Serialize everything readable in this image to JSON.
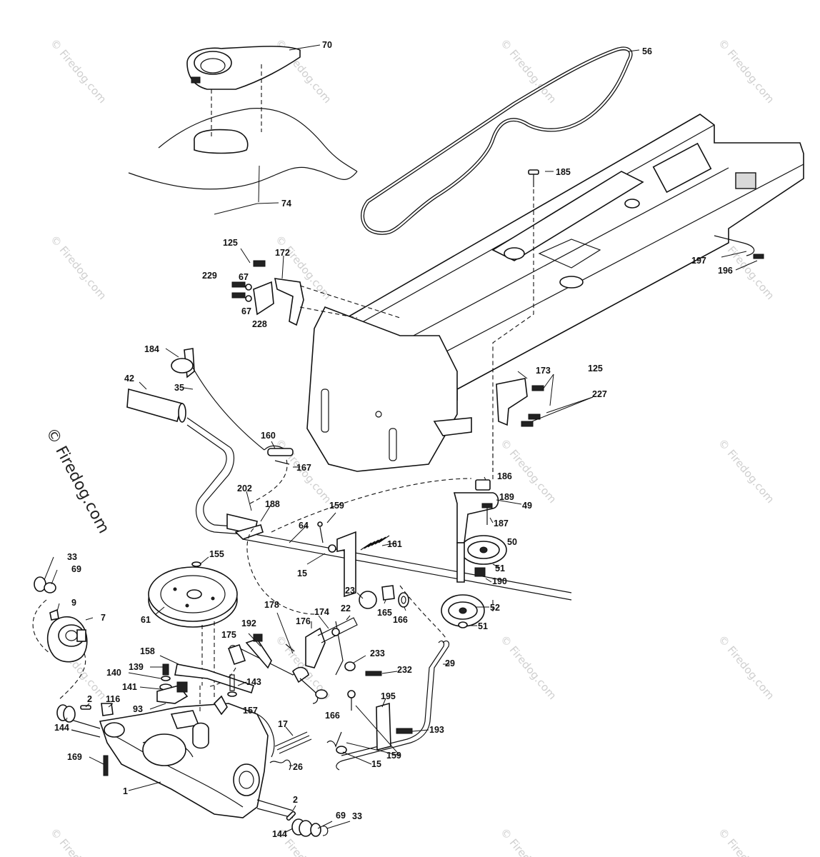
{
  "watermark": {
    "main": "© Firedog.com",
    "tile": "© Firedog.com"
  },
  "callouts": [
    {
      "id": "c70",
      "text": "70"
    },
    {
      "id": "c56",
      "text": "56"
    },
    {
      "id": "c74",
      "text": "74"
    },
    {
      "id": "c185",
      "text": "185"
    },
    {
      "id": "c125a",
      "text": "125"
    },
    {
      "id": "c172",
      "text": "172"
    },
    {
      "id": "c229",
      "text": "229"
    },
    {
      "id": "c67a",
      "text": "67"
    },
    {
      "id": "c67b",
      "text": "67"
    },
    {
      "id": "c228",
      "text": "228"
    },
    {
      "id": "c197",
      "text": "197"
    },
    {
      "id": "c196",
      "text": "196"
    },
    {
      "id": "c184",
      "text": "184"
    },
    {
      "id": "c35",
      "text": "35"
    },
    {
      "id": "c42",
      "text": "42"
    },
    {
      "id": "c173",
      "text": "173"
    },
    {
      "id": "c125b",
      "text": "125"
    },
    {
      "id": "c227",
      "text": "227"
    },
    {
      "id": "c160",
      "text": "160"
    },
    {
      "id": "c167",
      "text": "167"
    },
    {
      "id": "c186",
      "text": "186"
    },
    {
      "id": "c189",
      "text": "189"
    },
    {
      "id": "c49",
      "text": "49"
    },
    {
      "id": "c187",
      "text": "187"
    },
    {
      "id": "c50",
      "text": "50"
    },
    {
      "id": "c202",
      "text": "202"
    },
    {
      "id": "c188",
      "text": "188"
    },
    {
      "id": "c159a",
      "text": "159"
    },
    {
      "id": "c64",
      "text": "64"
    },
    {
      "id": "c161",
      "text": "161"
    },
    {
      "id": "c155",
      "text": "155"
    },
    {
      "id": "c15a",
      "text": "15"
    },
    {
      "id": "c33a",
      "text": "33"
    },
    {
      "id": "c69a",
      "text": "69"
    },
    {
      "id": "c51a",
      "text": "51"
    },
    {
      "id": "c190",
      "text": "190"
    },
    {
      "id": "c23",
      "text": "23"
    },
    {
      "id": "c165",
      "text": "165"
    },
    {
      "id": "c166a",
      "text": "166"
    },
    {
      "id": "c9",
      "text": "9"
    },
    {
      "id": "c61",
      "text": "61"
    },
    {
      "id": "c7",
      "text": "7"
    },
    {
      "id": "c178",
      "text": "178"
    },
    {
      "id": "c174",
      "text": "174"
    },
    {
      "id": "c22",
      "text": "22"
    },
    {
      "id": "c52",
      "text": "52"
    },
    {
      "id": "c176",
      "text": "176"
    },
    {
      "id": "c51b",
      "text": "51"
    },
    {
      "id": "c192",
      "text": "192"
    },
    {
      "id": "c175",
      "text": "175"
    },
    {
      "id": "c158",
      "text": "158"
    },
    {
      "id": "c233",
      "text": "233"
    },
    {
      "id": "c139",
      "text": "139"
    },
    {
      "id": "c232",
      "text": "232"
    },
    {
      "id": "c29",
      "text": "29"
    },
    {
      "id": "c140",
      "text": "140"
    },
    {
      "id": "c143",
      "text": "143"
    },
    {
      "id": "c141",
      "text": "141"
    },
    {
      "id": "c2a",
      "text": "2"
    },
    {
      "id": "c116",
      "text": "116"
    },
    {
      "id": "c195",
      "text": "195"
    },
    {
      "id": "c93",
      "text": "93"
    },
    {
      "id": "c157",
      "text": "157"
    },
    {
      "id": "c166b",
      "text": "166"
    },
    {
      "id": "c144a",
      "text": "144"
    },
    {
      "id": "c17",
      "text": "17"
    },
    {
      "id": "c193",
      "text": "193"
    },
    {
      "id": "c159b",
      "text": "159"
    },
    {
      "id": "c169",
      "text": "169"
    },
    {
      "id": "c26",
      "text": "26"
    },
    {
      "id": "c15b",
      "text": "15"
    },
    {
      "id": "c1",
      "text": "1"
    },
    {
      "id": "c2b",
      "text": "2"
    },
    {
      "id": "c69b",
      "text": "69"
    },
    {
      "id": "c33b",
      "text": "33"
    },
    {
      "id": "c144b",
      "text": "144"
    }
  ]
}
